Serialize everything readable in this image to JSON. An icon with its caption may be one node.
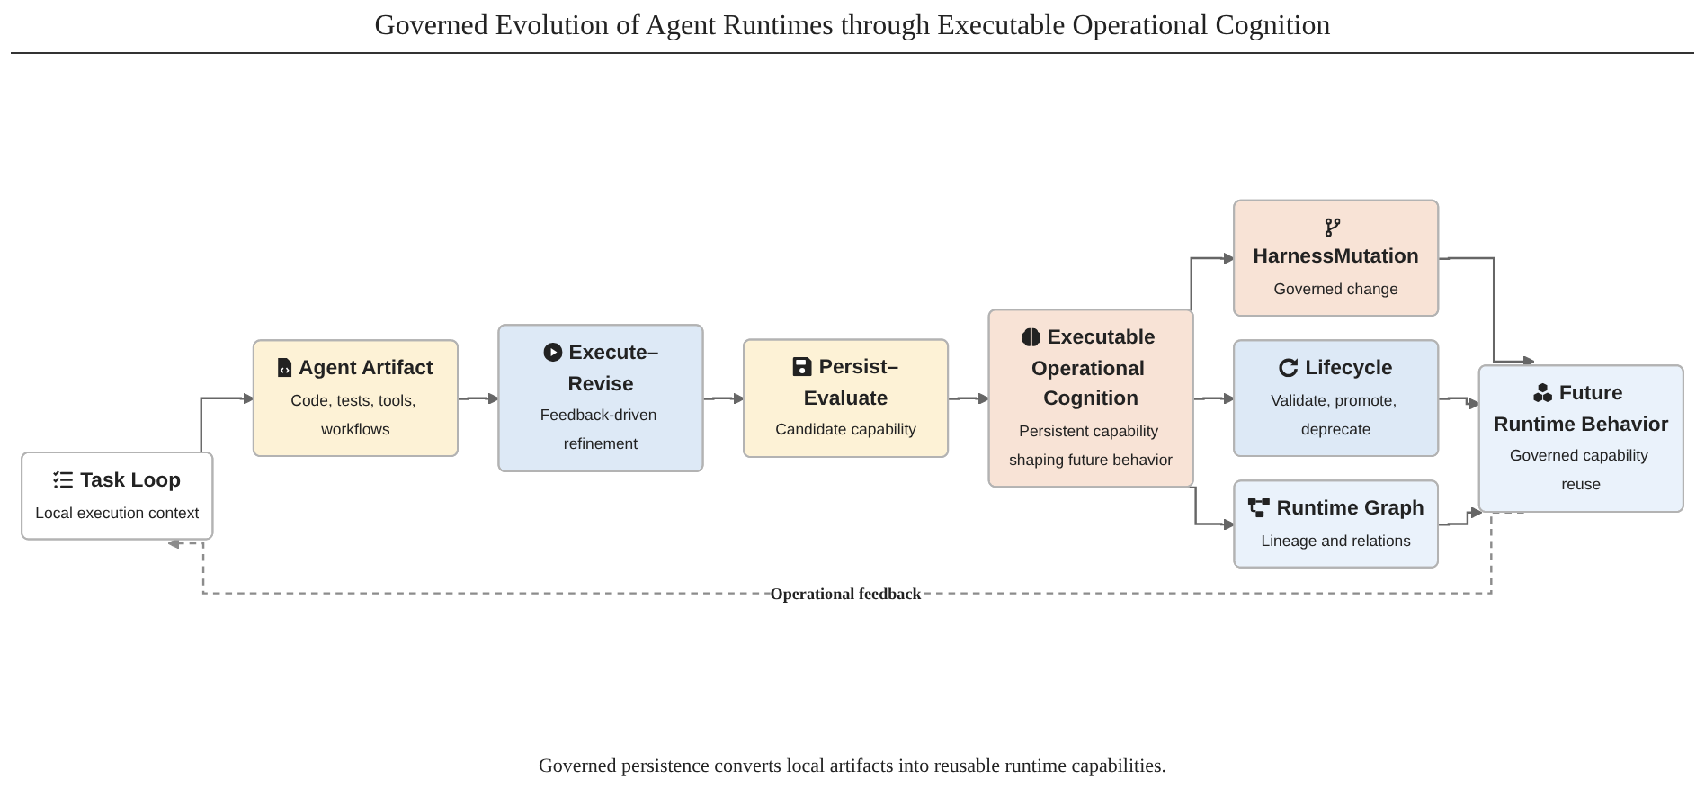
{
  "diagram": {
    "title": "Governed Evolution of Agent Runtimes through Executable Operational Cognition",
    "nodes": [
      {
        "text": [
          "Task Loop",
          "Local execution context"
        ]
      },
      {
        "text": [
          "Agent Artifact",
          "Code, tests, tools, workflows"
        ]
      },
      {
        "text": [
          "Execute–Revise",
          "Feedback-driven refinement"
        ]
      },
      {
        "text": [
          "Persist–Evaluate",
          "Candidate capability"
        ]
      },
      {
        "text": [
          "Executable Operational Cognition",
          "Persistent capability shaping future behavior"
        ]
      },
      {
        "text": [
          "HarnessMutation",
          "Governed change"
        ]
      },
      {
        "text": [
          "Lifecycle",
          "Validate, promote, deprecate"
        ]
      },
      {
        "text": [
          "Runtime Graph",
          "Lineage and relations"
        ]
      },
      {
        "text": [
          "Future Runtime Behavior",
          "Governed capability reuse"
        ]
      }
    ],
    "edges": [
      {
        "from": 0,
        "to": 1,
        "arrow": "to"
      },
      {
        "from": 1,
        "to": 2,
        "arrow": "to"
      },
      {
        "from": 2,
        "to": 3,
        "arrow": "to"
      },
      {
        "from": 3,
        "to": 4,
        "arrow": "to"
      },
      {
        "from": 4,
        "to": 5,
        "arrow": "to"
      },
      {
        "from": 4,
        "to": 6,
        "arrow": "to"
      },
      {
        "from": 4,
        "to": 7,
        "arrow": "to"
      },
      {
        "from": 5,
        "to": 8,
        "arrow": "to"
      },
      {
        "from": 6,
        "to": 8,
        "arrow": "to"
      },
      {
        "from": 7,
        "to": 8,
        "arrow": "to"
      },
      {
        "from": 8,
        "to": 0,
        "arrow": "to",
        "label": "Operational feedback",
        "style": "dashed",
        "color": "#8c8c8c"
      }
    ],
    "caption": "Governed persistence converts local artifacts into reusable runtime capabilities."
  }
}
